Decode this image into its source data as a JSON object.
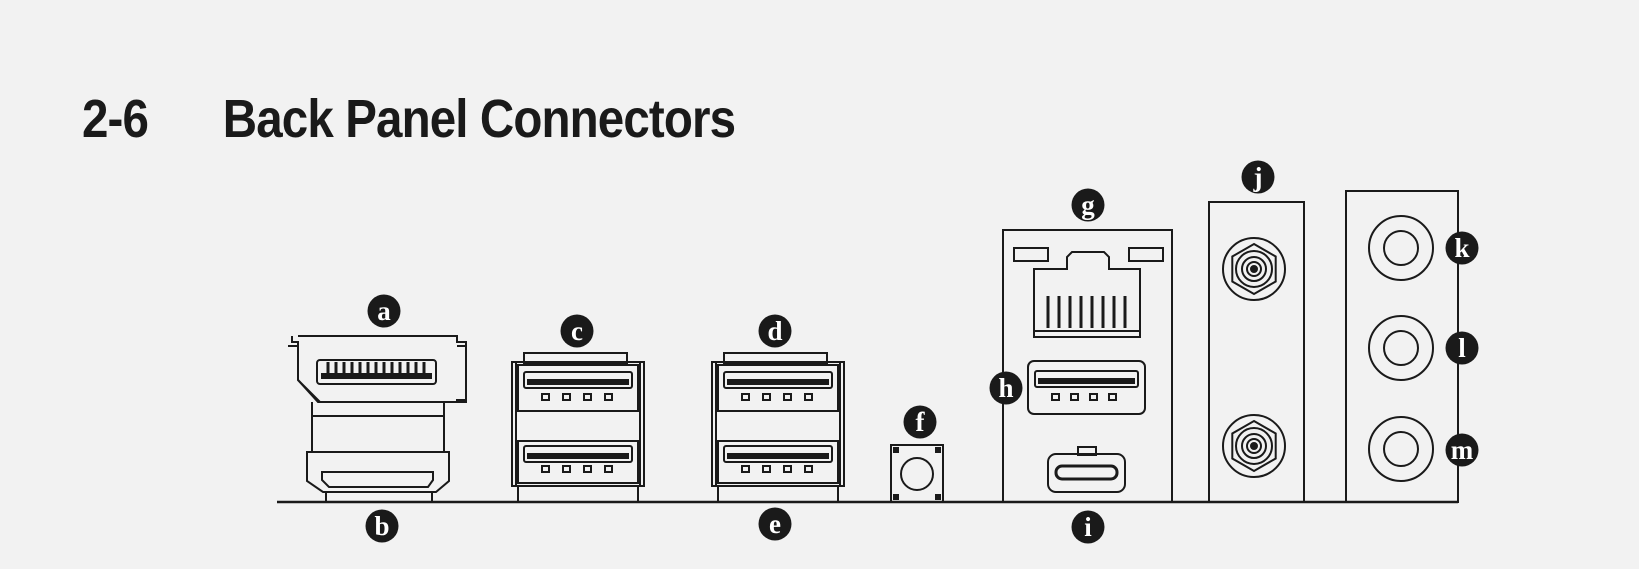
{
  "section": {
    "number": "2-6",
    "title": "Back Panel Connectors"
  },
  "callouts": {
    "a": "a",
    "b": "b",
    "c": "c",
    "d": "d",
    "e": "e",
    "f": "f",
    "g": "g",
    "h": "h",
    "i": "i",
    "j": "j",
    "k": "k",
    "l": "l",
    "m": "m"
  },
  "colors": {
    "background": "#f2f2f2",
    "ink": "#1a1a1a",
    "label_fill": "#1a1a1a",
    "label_text": "#ffffff"
  }
}
